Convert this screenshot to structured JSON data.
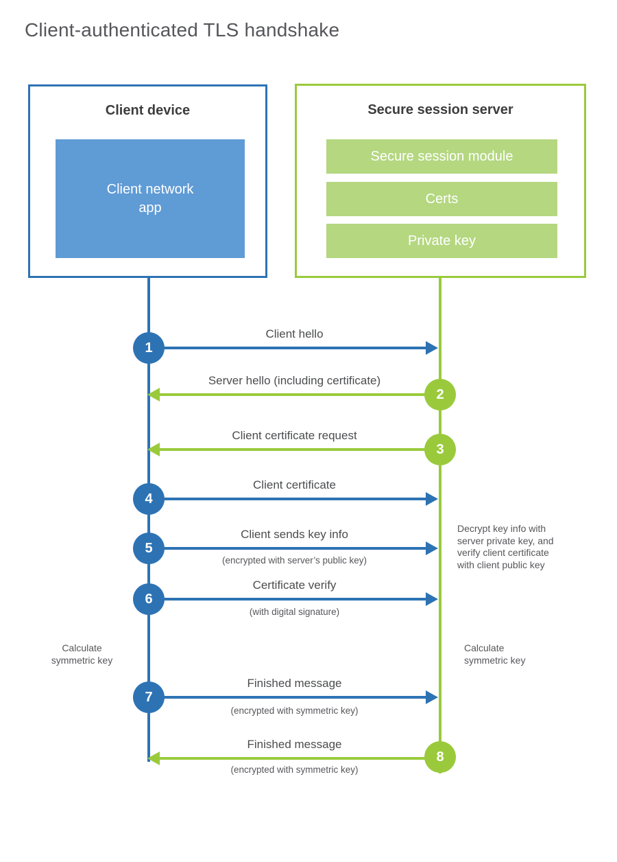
{
  "title": "Client-authenticated TLS handshake",
  "colors": {
    "blue": "#2d73b4",
    "blue-light": "#5f9bd5",
    "green": "#9aca3c",
    "green-light": "#b4d780",
    "text-dark": "#3d3d3f"
  },
  "client": {
    "title": "Client device",
    "app": "Client network\napp"
  },
  "server": {
    "title": "Secure session server",
    "modules": [
      "Secure session module",
      "Certs",
      "Private key"
    ]
  },
  "messages": [
    {
      "num": "1",
      "label": "Client hello",
      "sub": "",
      "direction": "client-to-server"
    },
    {
      "num": "2",
      "label": "Server hello (including certificate)",
      "sub": "",
      "direction": "server-to-client"
    },
    {
      "num": "3",
      "label": "Client certificate request",
      "sub": "",
      "direction": "server-to-client"
    },
    {
      "num": "4",
      "label": "Client certificate",
      "sub": "",
      "direction": "client-to-server"
    },
    {
      "num": "5",
      "label": "Client sends key info",
      "sub": "(encrypted with server’s public key)",
      "direction": "client-to-server"
    },
    {
      "num": "6",
      "label": "Certificate verify",
      "sub": "(with digital signature)",
      "direction": "client-to-server"
    },
    {
      "num": "7",
      "label": "Finished message",
      "sub": "(encrypted with symmetric key)",
      "direction": "client-to-server"
    },
    {
      "num": "8",
      "label": "Finished message",
      "sub": "(encrypted with symmetric key)",
      "direction": "server-to-client"
    }
  ],
  "notes": {
    "calculate_left": "Calculate\nsymmetric key",
    "calculate_right": "Calculate\nsymmetric key",
    "decrypt": "Decrypt key info with\nserver private key, and\nverify client certificate\nwith client public key"
  }
}
